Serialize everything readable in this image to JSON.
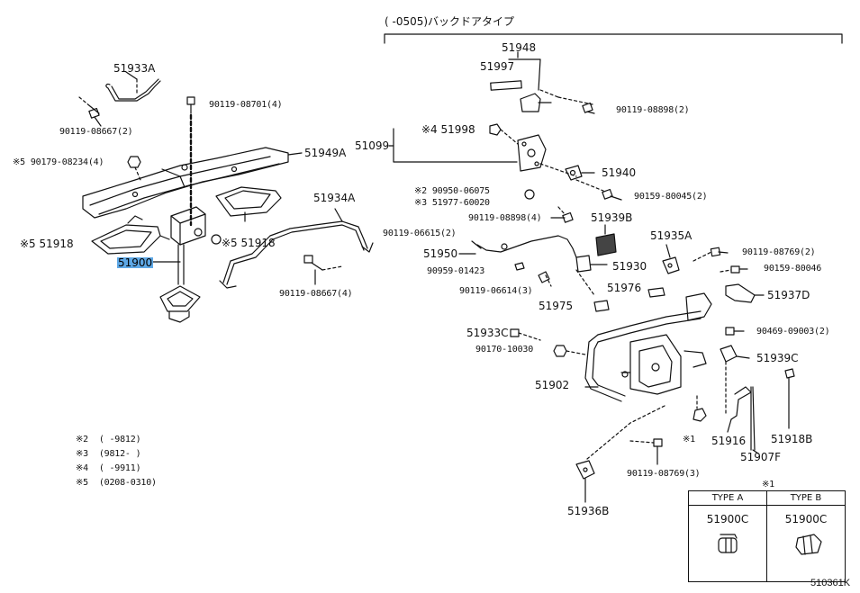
{
  "header": {
    "group_bracket_label": "(      -0505)バックドアタイプ"
  },
  "parts": {
    "p51933A": "51933A",
    "p90119_08701": "90119-08701(4)",
    "p90119_08667_2": "90119-08667(2)",
    "p90179_08234": "※5 90179-08234(4)",
    "p51949A": "51949A",
    "p51918_left": "※5 51918",
    "p51900": "51900",
    "p51918_right": "※5 51918",
    "p51934A": "51934A",
    "p90119_08667_4": "90119-08667(4)",
    "p51948": "51948",
    "p51997": "51997",
    "p90119_08898_2": "90119-08898(2)",
    "p51099": "51099",
    "p51998": "※4 51998",
    "p51940": "51940",
    "p90950_06075": "※2 90950-06075",
    "p51977_60020": "※3 51977-60020",
    "p90159_80045": "90159-80045(2)",
    "p90119_08898_4": "90119-08898(4)",
    "p51939B": "51939B",
    "p90119_06615": "90119-06615(2)",
    "p51935A": "51935A",
    "p90119_08769_2": "90119-08769(2)",
    "p51950": "51950",
    "p90959_01423": "90959-01423",
    "p51930": "51930",
    "p90159_80046": "90159-80046",
    "p90119_06614": "90119-06614(3)",
    "p51976": "51976",
    "p51937D": "51937D",
    "p51975": "51975",
    "p51933C": "51933C",
    "p90469_09003": "90469-09003(2)",
    "p90170_10030": "90170-10030",
    "p51939C": "51939C",
    "p51902": "51902",
    "pnote1": "※1",
    "p51916": "51916",
    "p51918B": "51918B",
    "p51907F": "51907F",
    "p90119_08769_3": "90119-08769(3)",
    "p51936B": "51936B"
  },
  "legend": [
    {
      "mark": "※2",
      "range": "(      -9812)"
    },
    {
      "mark": "※3",
      "range": "(9812-      )"
    },
    {
      "mark": "※4",
      "range": "(      -9911)"
    },
    {
      "mark": "※5",
      "range": "(0208-0310)"
    }
  ],
  "type_table": {
    "note": "※1",
    "col_a_header": "TYPE A",
    "col_b_header": "TYPE B",
    "col_a_part": "51900C",
    "col_b_part": "51900C"
  },
  "diagram_id": "510361K",
  "colors": {
    "line": "#111111",
    "highlight": "#5ea8e6",
    "background": "#ffffff"
  }
}
